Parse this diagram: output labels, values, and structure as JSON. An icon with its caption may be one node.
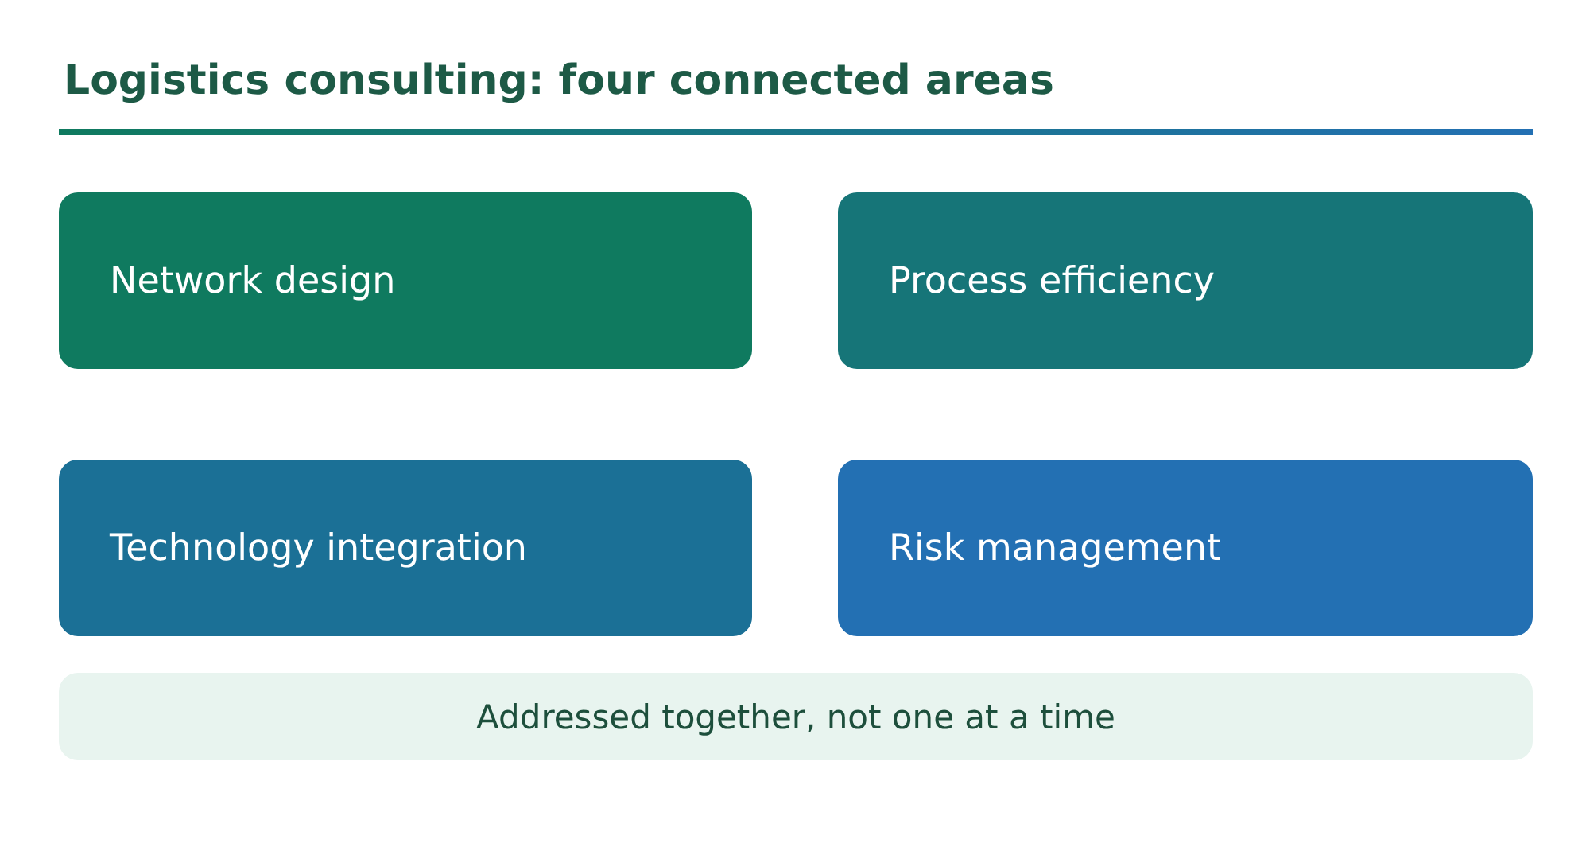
{
  "diagram": {
    "title": "Logistics consulting: four connected areas",
    "nodes": [
      {
        "text": [
          "Network design"
        ]
      },
      {
        "text": [
          "Process efficiency"
        ]
      },
      {
        "text": [
          "Technology integration"
        ]
      },
      {
        "text": [
          "Risk management"
        ]
      },
      {
        "text": [
          "Addressed together, not one at a time"
        ]
      }
    ]
  }
}
